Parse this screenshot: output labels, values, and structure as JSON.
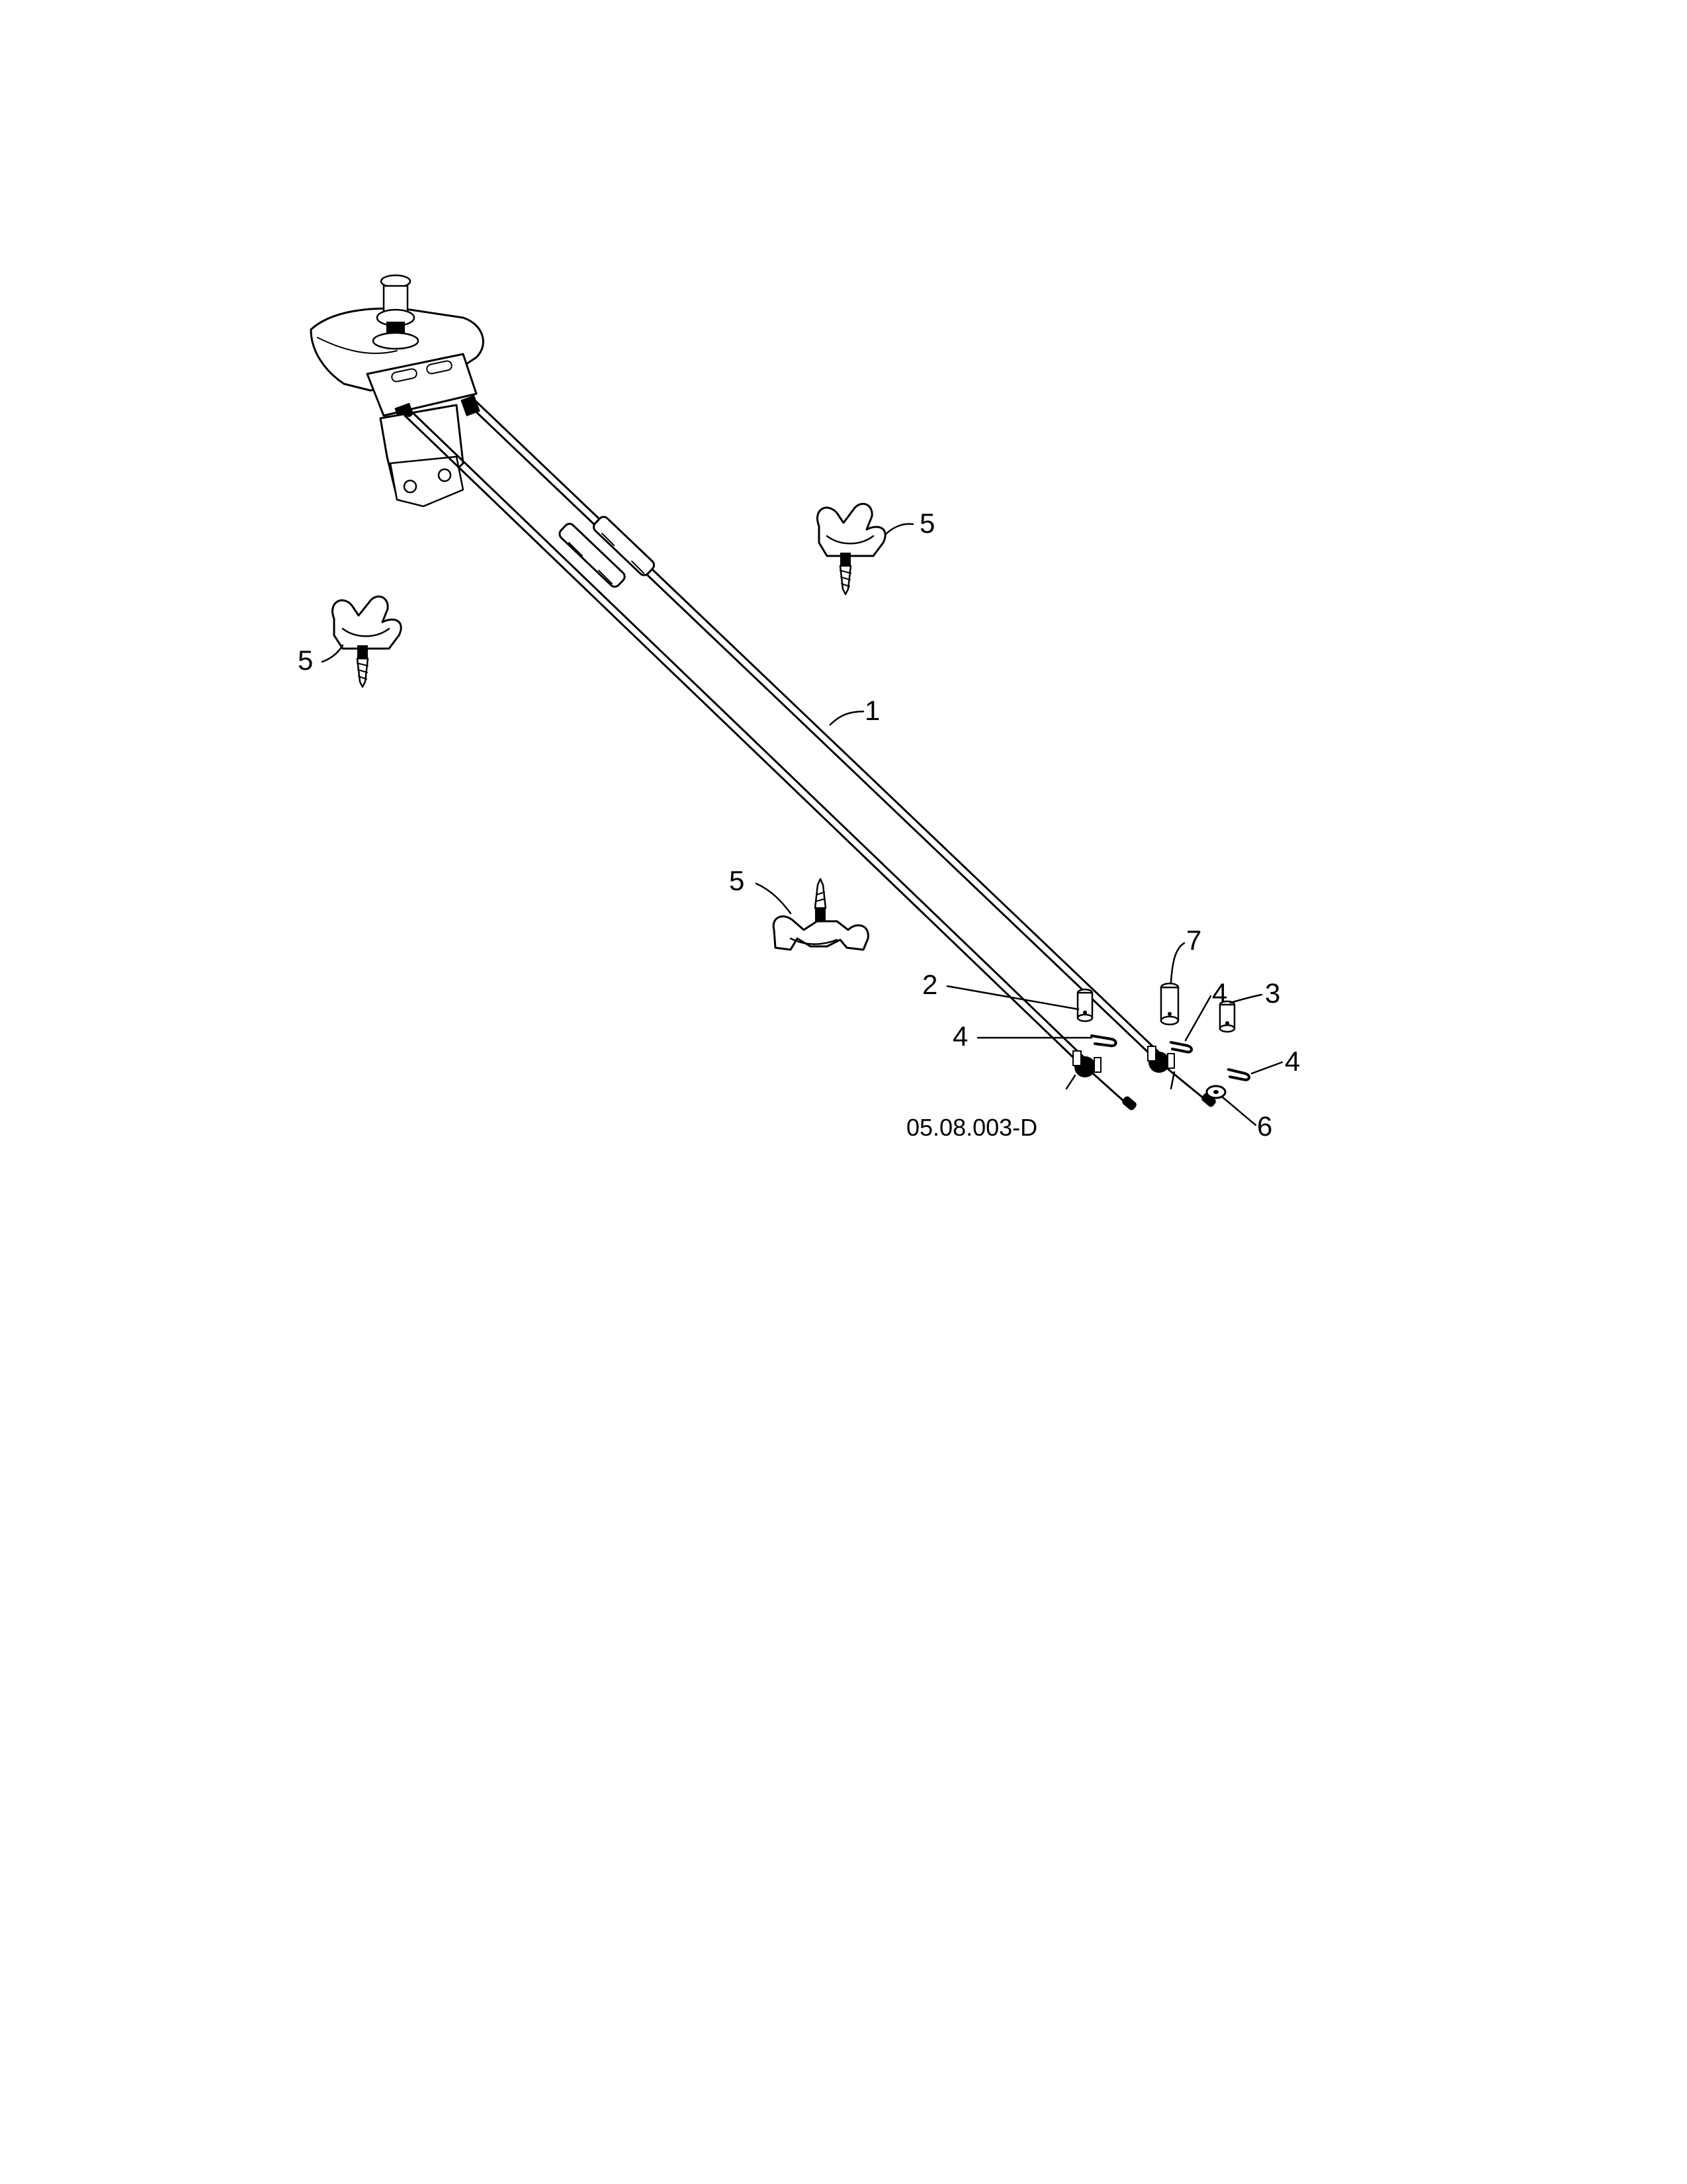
{
  "callouts": {
    "c1": "1",
    "c2": "2",
    "c3": "3",
    "c4a": "4",
    "c4b": "4",
    "c4c": "4",
    "c5a": "5",
    "c5b": "5",
    "c5c": "5",
    "c6": "6",
    "c7": "7"
  },
  "figure_ref": "05.08.003-D"
}
